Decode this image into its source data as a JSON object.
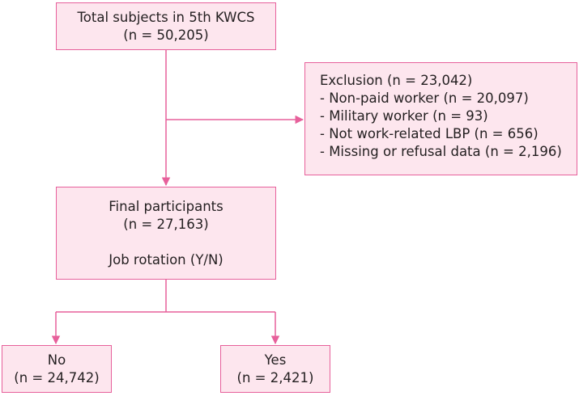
{
  "diagram": {
    "colors": {
      "stroke": "#e7609b",
      "fill": "#fde6ee",
      "text": "#231f20"
    },
    "total": {
      "title": "Total subjects in 5th KWCS",
      "count": "(n = 50,205)"
    },
    "exclusion": {
      "title": "Exclusion (n = 23,042)",
      "items": [
        "- Non-paid worker (n = 20,097)",
        "- Military worker (n = 93)",
        "- Not work-related LBP (n = 656)",
        "- Missing or refusal data (n = 2,196)"
      ]
    },
    "final": {
      "title": "Final participants",
      "count": "(n = 27,163)",
      "question": "Job rotation (Y/N)"
    },
    "no": {
      "label": "No",
      "count": "(n = 24,742)"
    },
    "yes": {
      "label": "Yes",
      "count": "(n = 2,421)"
    }
  }
}
